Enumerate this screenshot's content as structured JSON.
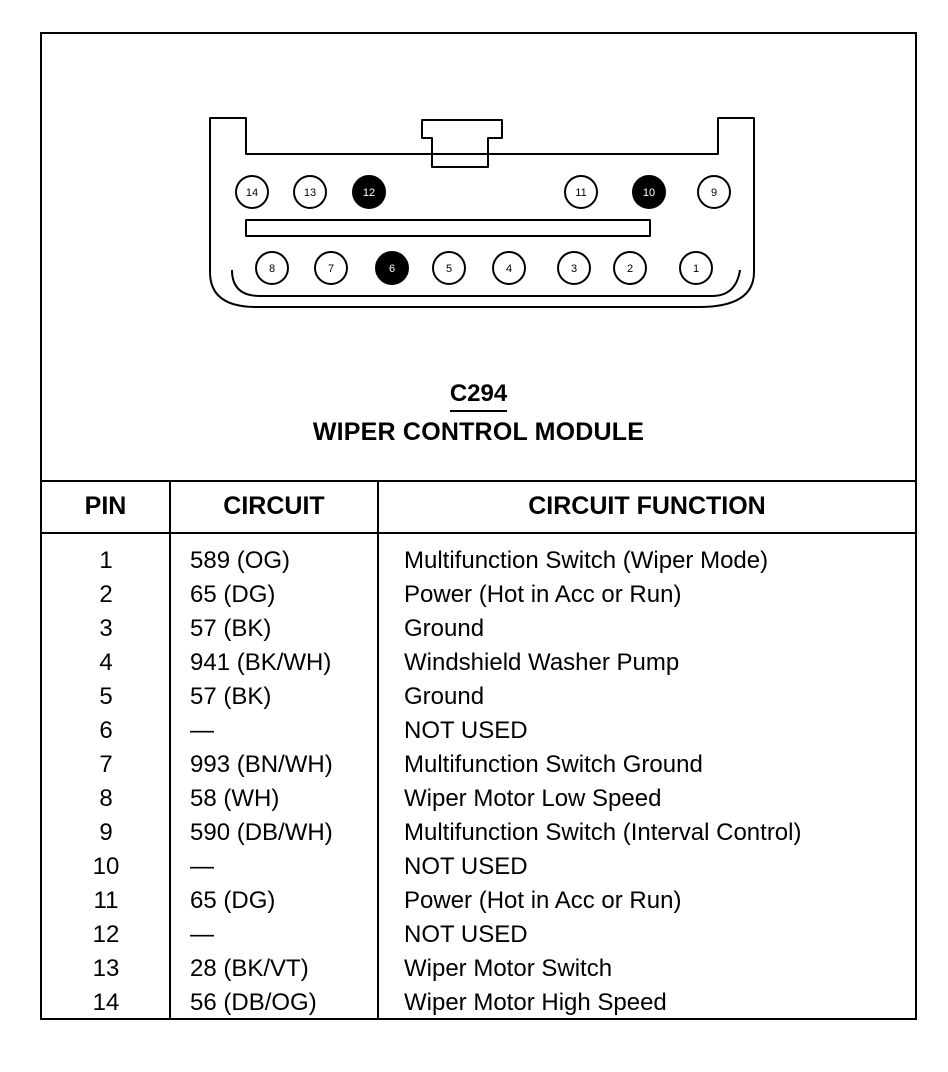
{
  "connector": {
    "id": "C294",
    "name": "WIPER CONTROL MODULE",
    "top_row_pins": [
      {
        "label": "14",
        "filled": false
      },
      {
        "label": "13",
        "filled": false
      },
      {
        "label": "12",
        "filled": true
      },
      {
        "label": "11",
        "filled": false
      },
      {
        "label": "10",
        "filled": true
      },
      {
        "label": "9",
        "filled": false
      }
    ],
    "bottom_row_pins": [
      {
        "label": "8",
        "filled": false
      },
      {
        "label": "7",
        "filled": false
      },
      {
        "label": "6",
        "filled": true
      },
      {
        "label": "5",
        "filled": false
      },
      {
        "label": "4",
        "filled": false
      },
      {
        "label": "3",
        "filled": false
      },
      {
        "label": "2",
        "filled": false
      },
      {
        "label": "1",
        "filled": false
      }
    ]
  },
  "table": {
    "headers": {
      "pin": "PIN",
      "circuit": "CIRCUIT",
      "function": "CIRCUIT FUNCTION"
    },
    "rows": [
      {
        "pin": "1",
        "circuit": "589 (OG)",
        "function": "Multifunction Switch (Wiper Mode)"
      },
      {
        "pin": "2",
        "circuit": "65 (DG)",
        "function": "Power (Hot in Acc or Run)"
      },
      {
        "pin": "3",
        "circuit": "57 (BK)",
        "function": "Ground"
      },
      {
        "pin": "4",
        "circuit": "941 (BK/WH)",
        "function": "Windshield Washer Pump"
      },
      {
        "pin": "5",
        "circuit": "57 (BK)",
        "function": "Ground"
      },
      {
        "pin": "6",
        "circuit": "—",
        "function": "NOT USED"
      },
      {
        "pin": "7",
        "circuit": "993 (BN/WH)",
        "function": "Multifunction Switch Ground"
      },
      {
        "pin": "8",
        "circuit": "58 (WH)",
        "function": "Wiper Motor Low Speed"
      },
      {
        "pin": "9",
        "circuit": "590 (DB/WH)",
        "function": "Multifunction Switch (Interval Control)"
      },
      {
        "pin": "10",
        "circuit": "—",
        "function": "NOT USED"
      },
      {
        "pin": "11",
        "circuit": "65 (DG)",
        "function": "Power (Hot in Acc or Run)"
      },
      {
        "pin": "12",
        "circuit": "—",
        "function": "NOT USED"
      },
      {
        "pin": "13",
        "circuit": "28 (BK/VT)",
        "function": "Wiper Motor Switch"
      },
      {
        "pin": "14",
        "circuit": "56 (DB/OG)",
        "function": "Wiper Motor High Speed"
      }
    ]
  }
}
